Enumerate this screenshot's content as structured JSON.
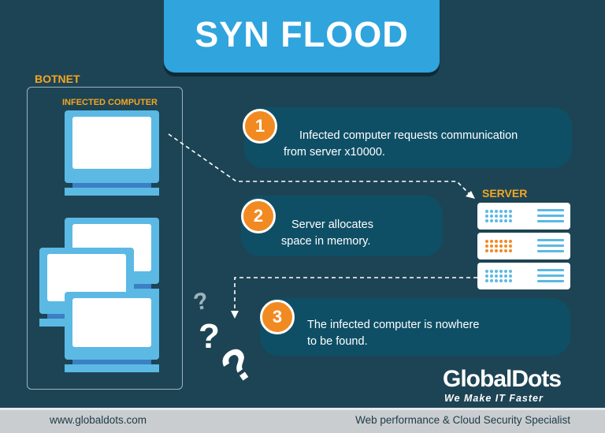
{
  "title": "SYN FLOOD",
  "botnet": {
    "label": "BOTNET",
    "infected_label": "INFECTED COMPUTER"
  },
  "steps": [
    {
      "number": "1",
      "line1": "Infected computer requests communication",
      "line2": "from server x10000."
    },
    {
      "number": "2",
      "line1": "Server allocates",
      "line2": "space in memory."
    },
    {
      "number": "3",
      "line1": "The infected computer is nowhere",
      "line2": "to be found."
    }
  ],
  "server": {
    "label": "SERVER",
    "dot_colors": [
      "#5bb9e4",
      "#f28a22",
      "#5bb9e4"
    ]
  },
  "questions": [
    "?",
    "?",
    "?"
  ],
  "brand": {
    "name": "GlobalDots",
    "tagline": "We Make IT Faster"
  },
  "footer": {
    "url": "www.globaldots.com",
    "slogan": "Web performance & Cloud Security Specialist"
  },
  "colors": {
    "background": "#1d4454",
    "accent_blue": "#2fa4dd",
    "accent_orange": "#f28a22",
    "label_orange": "#f5a623",
    "bubble": "#0f4f66",
    "footer": "#c9cdd0"
  }
}
